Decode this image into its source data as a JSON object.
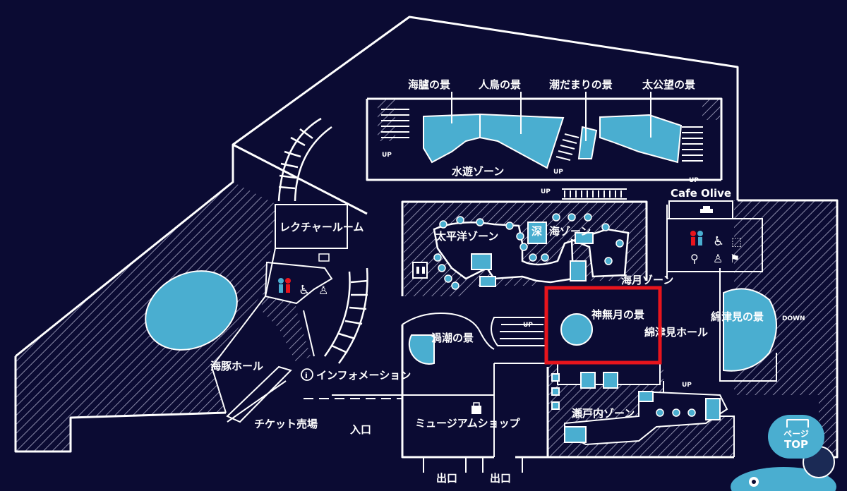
{
  "labels": {
    "kairo": "海臚の景",
    "hitotori": "人鳥の景",
    "shiodamari": "潮だまりの景",
    "taikoubou": "太公望の景",
    "suiyu": "水遊ゾーン",
    "cafe": "Cafe Olive",
    "lecture": "レクチャールーム",
    "taiheiyo": "太平洋ゾーン",
    "shinkai_char": "深",
    "shinkai_rest": "海ゾーン",
    "kaigetsu": "海月ゾーン",
    "kannazuki": "神無月の景",
    "watatsumi_hall": "綿津見ホール",
    "watatsumi": "綿津見の景",
    "uzushio": "渦潮の景",
    "iruka": "海豚ホール",
    "info": "インフォメーション",
    "ticket": "チケット売場",
    "entrance": "入口",
    "shop": "ミュージアムショップ",
    "setouchi": "瀬戸内ゾーン",
    "exit1": "出口",
    "exit2": "出口",
    "down": "DOWN",
    "up": "UP"
  },
  "page_top": {
    "line1": "ページ",
    "line2": "TOP"
  },
  "highlight": {
    "color": "#e8141c"
  },
  "colors": {
    "background": "#0b0b33",
    "water": "#4aaed0",
    "wall": "#ffffff"
  }
}
